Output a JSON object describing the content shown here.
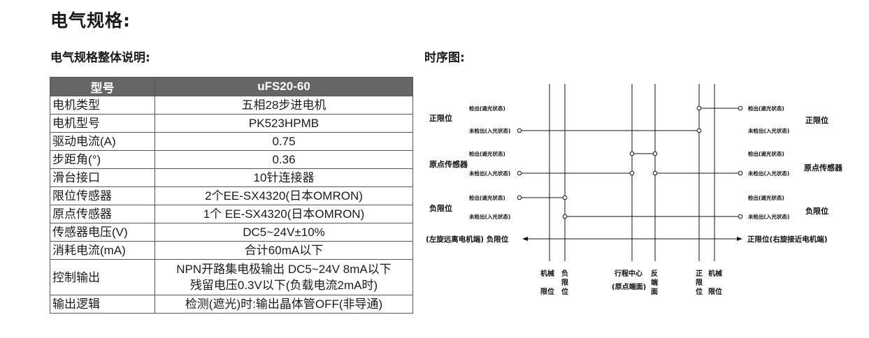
{
  "page_title": "电气规格:",
  "section_title": "电气规格整体说明:",
  "diagram_title": "时序图:",
  "table": {
    "headers": [
      "型号",
      "uFS20-60"
    ],
    "rows": [
      [
        "电机类型",
        "五相28步进电机"
      ],
      [
        "电机型号",
        "PK523HPMB"
      ],
      [
        "驱动电流(A)",
        "0.75"
      ],
      [
        "步距角(°)",
        "0.36"
      ],
      [
        "滑台接口",
        "10针连接器"
      ],
      [
        "限位传感器",
        "2个EE-SX4320(日本OMRON)"
      ],
      [
        "原点传感器",
        "1个 EE-SX4320(日本OMRON)"
      ],
      [
        "传感器电压(V)",
        "DC5~24V±10%"
      ],
      [
        "消耗电流(mA)",
        "合计60mA以下"
      ],
      [
        "控制输出",
        "NPN开路集电极输出 DC5~24V 8mA以下\n残留电压0.3V以下(负载电流2mA时)"
      ],
      [
        "输出逻辑",
        "检测(遮光)时:输出晶体管OFF(非导通)"
      ]
    ]
  },
  "timing": {
    "state_on": "检出(遮光状态)",
    "state_off": "未检出(入光状态)",
    "left_labels": [
      "正限位",
      "原点传感器",
      "负限位"
    ],
    "right_labels": [
      "正限位",
      "原点传感器",
      "负限位"
    ],
    "axis_left": "(左旋远离电机端) 负限位",
    "axis_right": "正限位(右旋接近电机端)",
    "bottom_labels": {
      "mech_left": [
        "机械",
        "限位"
      ],
      "neg_limit": [
        "负",
        "限",
        "位"
      ],
      "travel_center": [
        "行程中心",
        "(原点端面)"
      ],
      "reverse_face": [
        "反",
        "端",
        "面"
      ],
      "pos_limit": [
        "正",
        "限",
        "位"
      ],
      "mech_right": [
        "机械",
        "限位"
      ]
    }
  }
}
